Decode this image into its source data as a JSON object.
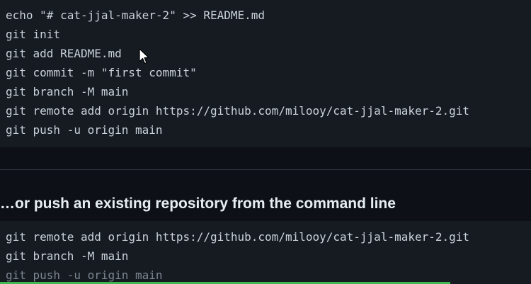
{
  "quick_setup": {
    "lines": [
      "echo \"# cat-jjal-maker-2\" >> README.md",
      "git init",
      "git add README.md",
      "git commit -m \"first commit\"",
      "git branch -M main",
      "git remote add origin https://github.com/milooy/cat-jjal-maker-2.git",
      "git push -u origin main"
    ]
  },
  "push_existing": {
    "heading": "…or push an existing repository from the command line",
    "lines": [
      "git remote add origin https://github.com/milooy/cat-jjal-maker-2.git",
      "git branch -M main",
      "git push -u origin main"
    ]
  },
  "icons": {
    "cursor": "mouse-pointer-icon"
  },
  "colors": {
    "code_background": "#161b22",
    "page_background": "#0d1117",
    "progress_bar": "#3fb950"
  }
}
